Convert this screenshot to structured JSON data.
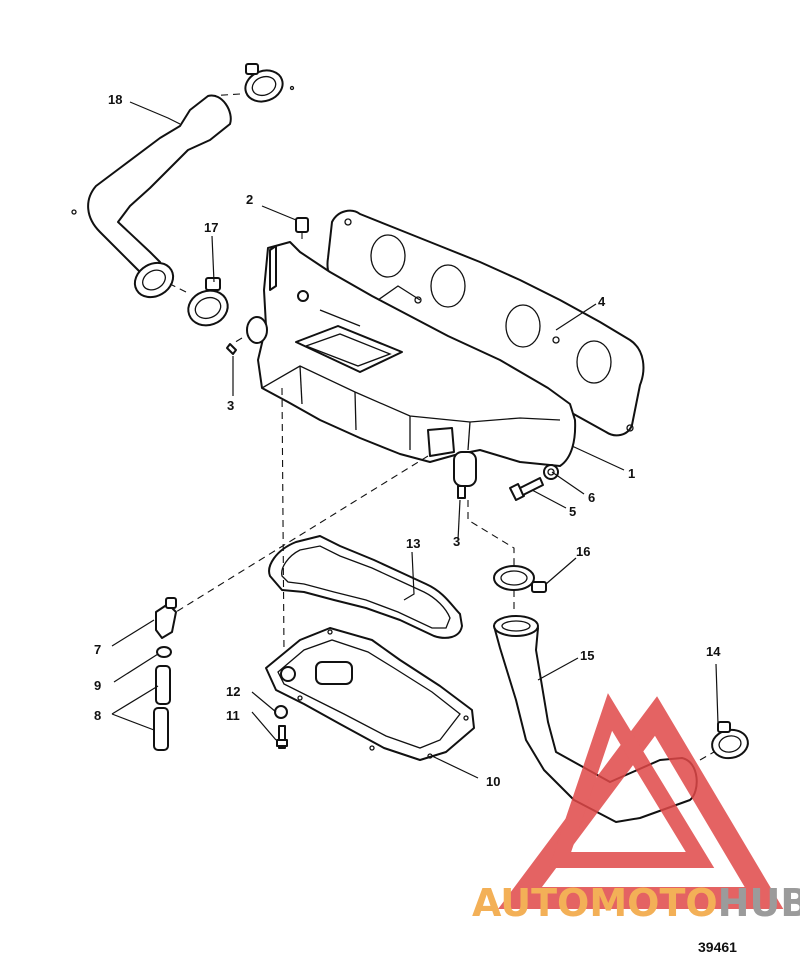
{
  "callouts": [
    {
      "id": "c1",
      "text": "1"
    },
    {
      "id": "c2",
      "text": "2"
    },
    {
      "id": "c3a",
      "text": "3"
    },
    {
      "id": "c3b",
      "text": "3"
    },
    {
      "id": "c4",
      "text": "4"
    },
    {
      "id": "c5",
      "text": "5"
    },
    {
      "id": "c6",
      "text": "6"
    },
    {
      "id": "c7",
      "text": "7"
    },
    {
      "id": "c8",
      "text": "8"
    },
    {
      "id": "c9",
      "text": "9"
    },
    {
      "id": "c10",
      "text": "10"
    },
    {
      "id": "c11",
      "text": "11"
    },
    {
      "id": "c12",
      "text": "12"
    },
    {
      "id": "c13",
      "text": "13"
    },
    {
      "id": "c14",
      "text": "14"
    },
    {
      "id": "c15",
      "text": "15"
    },
    {
      "id": "c16",
      "text": "16"
    },
    {
      "id": "c17",
      "text": "17"
    },
    {
      "id": "c18",
      "text": "18"
    }
  ],
  "figure_number": "39461",
  "watermark": {
    "part1": "AUTOMOTO",
    "part2": "HUB",
    "color1": "#f2a33a",
    "color2": "#8a8a8a",
    "triangle_color": "#e04848"
  }
}
